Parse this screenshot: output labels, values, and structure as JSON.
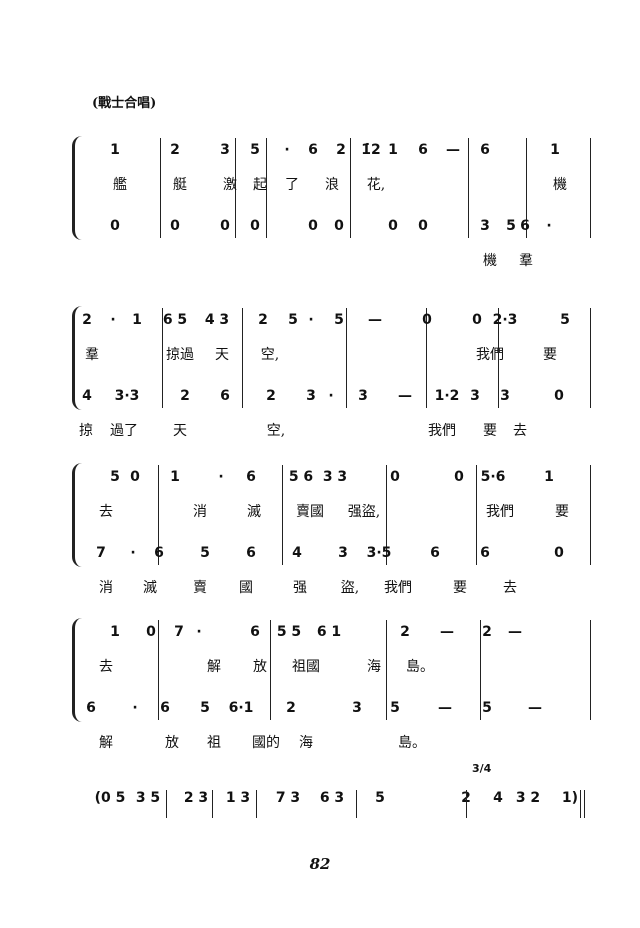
{
  "heading": "(戰士合唱)",
  "systems": [
    {
      "rows": [
        {
          "kind": "notes",
          "cells": [
            "1",
            "2",
            "3",
            "5",
            "·",
            "6",
            "2",
            "1̇2",
            "1",
            "6",
            "—",
            "6",
            "1"
          ]
        },
        {
          "kind": "lyric",
          "cells": [
            "艦",
            "艇",
            "激",
            "起",
            "了",
            "浪",
            "花,",
            "",
            "機"
          ]
        },
        {
          "kind": "notes",
          "cells": [
            "0",
            "0",
            "0",
            "0",
            "0",
            "0",
            "0",
            "0",
            "3",
            "6",
            "·",
            "5"
          ]
        },
        {
          "kind": "lyric",
          "cells": [
            "機",
            "羣"
          ]
        }
      ]
    },
    {
      "rows": [
        {
          "kind": "notes",
          "cells": [
            "2",
            "·",
            "1",
            "6 5",
            "4 3",
            "2",
            "5",
            "·",
            "5",
            "—",
            "0",
            "0",
            "2·3",
            "5"
          ]
        },
        {
          "kind": "lyric",
          "cells": [
            "羣",
            "掠過",
            "天",
            "空,",
            "我們",
            "要"
          ]
        },
        {
          "kind": "notes",
          "cells": [
            "4",
            "3·3",
            "2",
            "6",
            "2",
            "3",
            "·",
            "3",
            "—",
            "1·2",
            "3",
            "3",
            "0"
          ]
        },
        {
          "kind": "lyric",
          "cells": [
            "掠",
            "過了",
            "天",
            "空,",
            "我們",
            "要",
            "去"
          ]
        }
      ]
    },
    {
      "rows": [
        {
          "kind": "notes",
          "cells": [
            "5",
            "0",
            "1",
            "·",
            "6",
            "5 6",
            "3 3",
            "0",
            "0",
            "5·6",
            "1"
          ]
        },
        {
          "kind": "lyric",
          "cells": [
            "去",
            "消",
            "滅",
            "賣國",
            "强盜,",
            "我們",
            "要"
          ]
        },
        {
          "kind": "notes",
          "cells": [
            "7",
            "·",
            "6",
            "5",
            "6",
            "4",
            "3",
            "3·5",
            "6",
            "6",
            "0"
          ]
        },
        {
          "kind": "lyric",
          "cells": [
            "消",
            "滅",
            "賣",
            "國",
            "强",
            "盜,",
            "我們",
            "要",
            "去"
          ]
        }
      ]
    },
    {
      "rows": [
        {
          "kind": "notes",
          "cells": [
            "1",
            "0",
            "7",
            "·",
            "6",
            "5 5",
            "6 1",
            "2",
            "—",
            "2",
            "—"
          ]
        },
        {
          "kind": "lyric",
          "cells": [
            "去",
            "解",
            "放",
            "祖國",
            "海",
            "島。"
          ]
        },
        {
          "kind": "notes",
          "cells": [
            "6",
            "·",
            "6",
            "5",
            "6·1",
            "2",
            "3",
            "5",
            "—",
            "5",
            "—"
          ]
        },
        {
          "kind": "lyric",
          "cells": [
            "解",
            "放",
            "祖",
            "國的",
            "海",
            "島。"
          ]
        }
      ]
    }
  ],
  "interlude": {
    "cells": [
      "(0 5",
      "3 5",
      "2 3",
      "1 3",
      "7 3",
      "6 3",
      "5",
      "2",
      "4",
      "3 2",
      "1)"
    ],
    "time_signature": "3/4"
  },
  "page_number": "82"
}
